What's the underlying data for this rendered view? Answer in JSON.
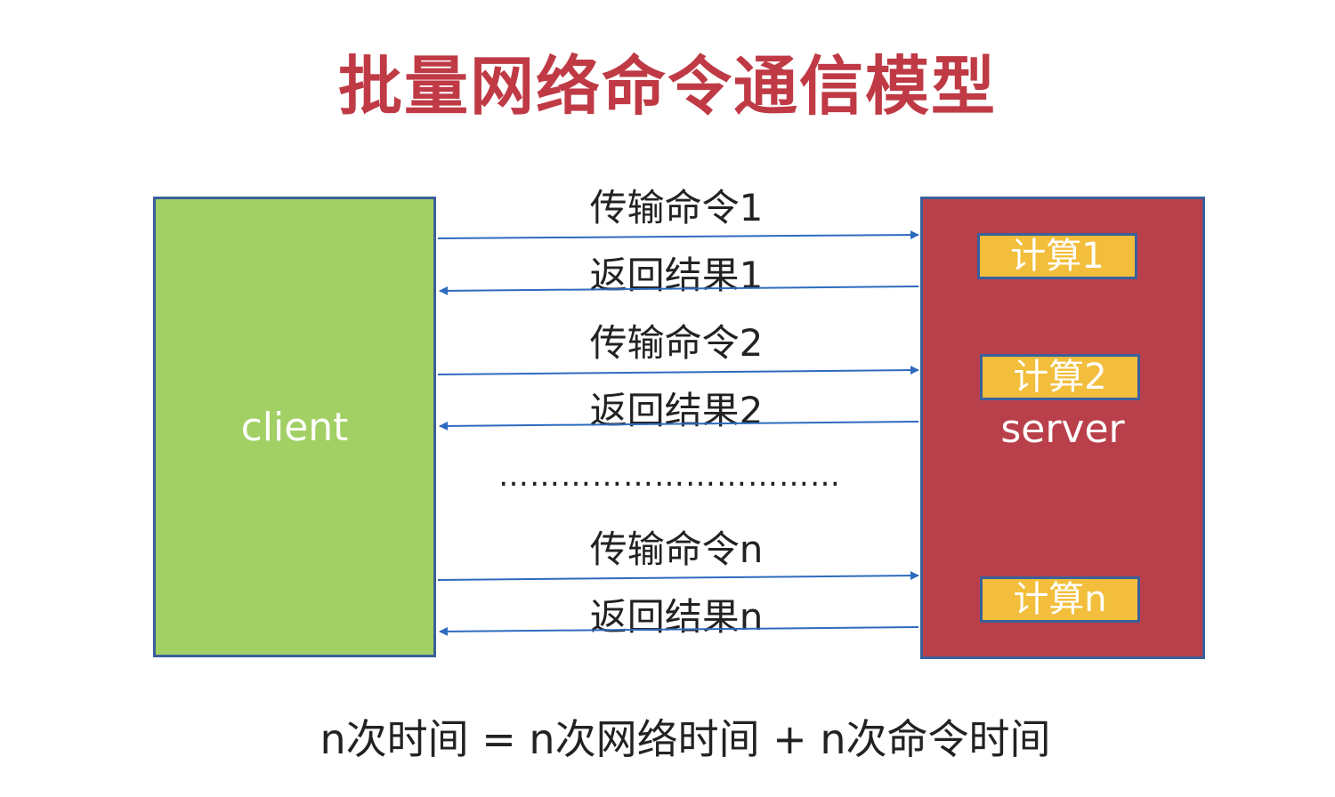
{
  "title": "批量网络命令通信模型",
  "client": {
    "label": "client",
    "fill": "#a2d064"
  },
  "server": {
    "label": "server",
    "fill": "#b9404b",
    "computes": [
      "计算1",
      "计算2",
      "计算n"
    ]
  },
  "messages": {
    "send_1": "传输命令1",
    "return_1": "返回结果1",
    "send_2": "传输命令2",
    "return_2": "返回结果2",
    "ellipsis": "……………………………",
    "send_n": "传输命令n",
    "return_n": "返回结果n"
  },
  "formula": "n次时间 = n次网络时间 + n次命令时间",
  "colors": {
    "title": "#bf3a45",
    "arrow": "#2e6bbf",
    "compute_fill": "#f2be3c",
    "border": "#3b5f9a"
  }
}
